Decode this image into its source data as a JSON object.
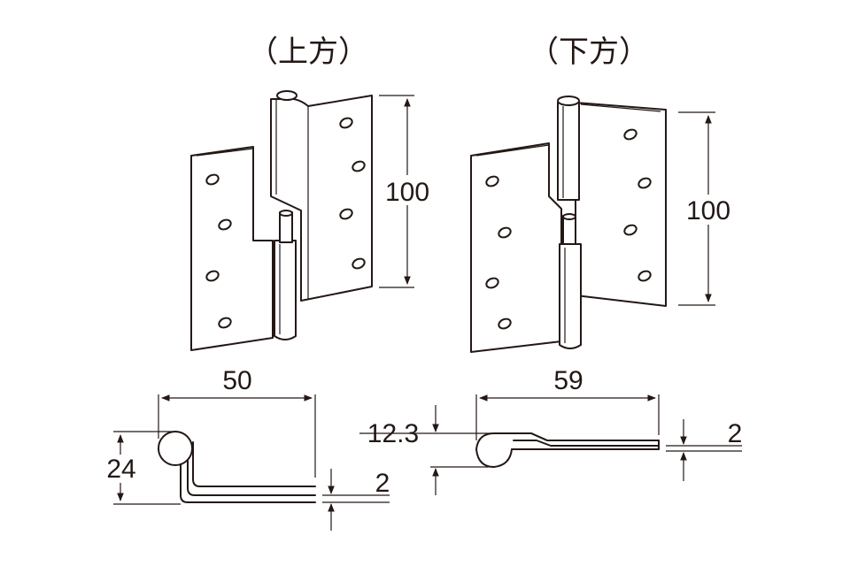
{
  "views": {
    "upper": {
      "caption": "（上方）",
      "height_label": "100"
    },
    "lower": {
      "caption": "（下方）",
      "height_label": "100"
    }
  },
  "sections": {
    "upper": {
      "width_label": "50",
      "height_label": "24",
      "thickness_label": "2"
    },
    "lower": {
      "width_label": "59",
      "height_label": "12.3",
      "thickness_label": "2"
    }
  }
}
